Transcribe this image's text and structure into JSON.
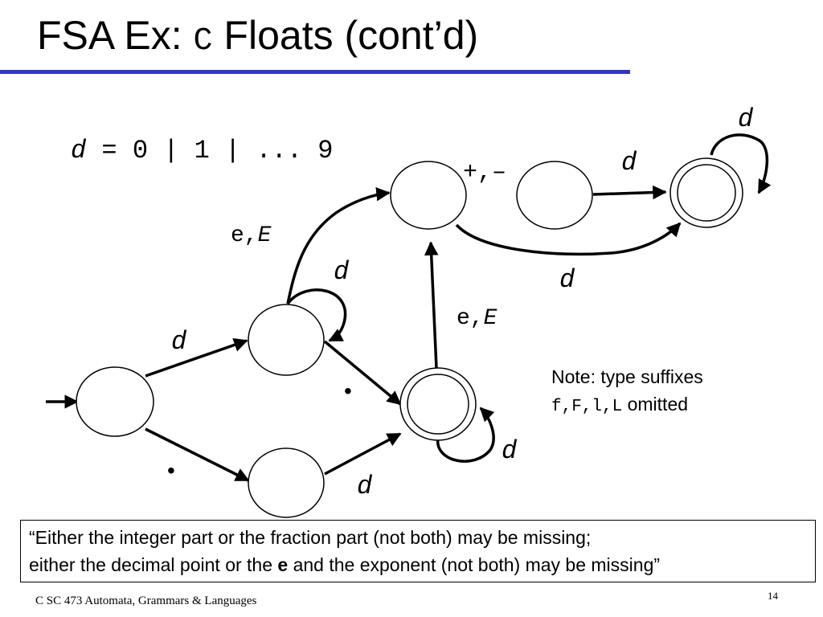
{
  "slide": {
    "title_prefix": "FSA Ex: ",
    "title_code": "C",
    "title_suffix": " Floats (cont’d)",
    "definition": {
      "var": "d",
      "rest": " = 0 | 1 | ... 9"
    },
    "labels": {
      "d": "d",
      "e_E_prefix": "e,",
      "e_E_suffix": "E",
      "plus_minus": "+,–",
      "dot": "•"
    },
    "note": {
      "line1": "Note: type suffixes",
      "suffixes": "f,F,l,L",
      "omitted": " omitted"
    },
    "quote": {
      "line1": "“Either the integer part or the fraction part (not both) may be missing;",
      "line2_a": "either the decimal point or the ",
      "line2_bold": "e",
      "line2_b": " and the exponent (not both) may be missing”"
    },
    "footer": "C SC 473 Automata, Grammars & Languages",
    "page_number": "14"
  }
}
